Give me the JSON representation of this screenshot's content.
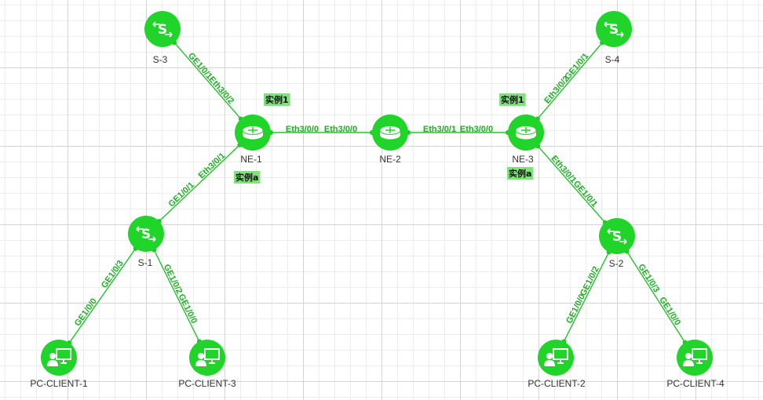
{
  "colors": {
    "accent": "#22c32b",
    "node_fill": "#20d42a",
    "tag_bg": "#7fe37b"
  },
  "nodes": {
    "S-3": {
      "label": "S-3",
      "icon": "switch-icon"
    },
    "S-4": {
      "label": "S-4",
      "icon": "switch-icon"
    },
    "NE-1": {
      "label": "NE-1",
      "icon": "router-icon"
    },
    "NE-2": {
      "label": "NE-2",
      "icon": "router-icon"
    },
    "NE-3": {
      "label": "NE-3",
      "icon": "router-icon"
    },
    "S-1": {
      "label": "S-1",
      "icon": "switch-icon"
    },
    "S-2": {
      "label": "S-2",
      "icon": "switch-icon"
    },
    "PC-CLIENT-1": {
      "label": "PC-CLIENT-1",
      "icon": "pc-client-icon"
    },
    "PC-CLIENT-3": {
      "label": "PC-CLIENT-3",
      "icon": "pc-client-icon"
    },
    "PC-CLIENT-2": {
      "label": "PC-CLIENT-2",
      "icon": "pc-client-icon"
    },
    "PC-CLIENT-4": {
      "label": "PC-CLIENT-4",
      "icon": "pc-client-icon"
    }
  },
  "links": [
    {
      "from": "S-3",
      "to": "NE-1",
      "from_port": "GE1/0/1",
      "to_port": "Eth3/0/2"
    },
    {
      "from": "NE-1",
      "to": "NE-2",
      "from_port": "Eth3/0/0",
      "to_port": "Eth3/0/0"
    },
    {
      "from": "NE-2",
      "to": "NE-3",
      "from_port": "Eth3/0/1",
      "to_port": "Eth3/0/0"
    },
    {
      "from": "NE-3",
      "to": "S-4",
      "from_port": "Eth3/0/2",
      "to_port": "GE1/0/1"
    },
    {
      "from": "S-1",
      "to": "NE-1",
      "from_port": "GE1/0/1",
      "to_port": "Eth3/0/1"
    },
    {
      "from": "NE-3",
      "to": "S-2",
      "from_port": "Eth3/0/1",
      "to_port": "GE1/0/1"
    },
    {
      "from": "PC-CLIENT-1",
      "to": "S-1",
      "from_port": "GE1/0/0",
      "to_port": "GE1/0/3"
    },
    {
      "from": "S-1",
      "to": "PC-CLIENT-3",
      "from_port": "GE1/0/2",
      "to_port": "GE1/0/0"
    },
    {
      "from": "PC-CLIENT-2",
      "to": "S-2",
      "from_port": "GE1/0/0",
      "to_port": "GE1/0/2"
    },
    {
      "from": "S-2",
      "to": "PC-CLIENT-4",
      "from_port": "GE1/0/3",
      "to_port": "GE1/0/0"
    }
  ],
  "tags": [
    {
      "text": "实例1",
      "node": "NE-1"
    },
    {
      "text": "实例a",
      "node": "NE-1"
    },
    {
      "text": "实例1",
      "node": "NE-3"
    },
    {
      "text": "实例a",
      "node": "NE-3"
    }
  ]
}
